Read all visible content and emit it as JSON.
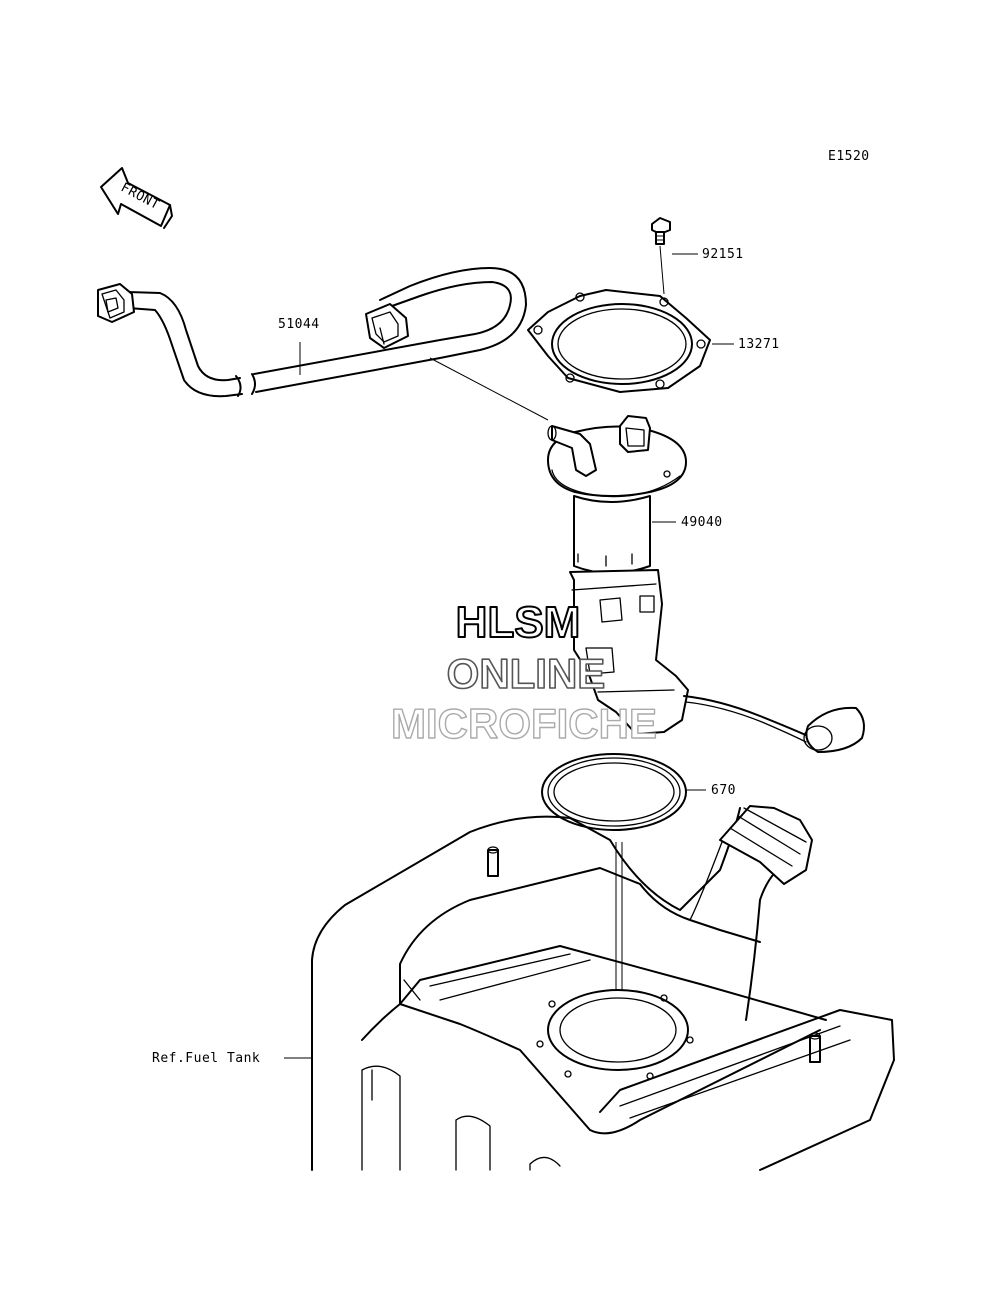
{
  "diagram_code": "E1520",
  "front_arrow": {
    "label": "FRONT"
  },
  "parts": {
    "p92151": "92151",
    "p13271": "13271",
    "p51044": "51044",
    "p49040": "49040",
    "p670": "670",
    "ref_tank": "Ref.Fuel Tank"
  },
  "watermark": {
    "line1": "HLSM",
    "line2": "ONLINE",
    "line3": "MICROFICHE"
  }
}
